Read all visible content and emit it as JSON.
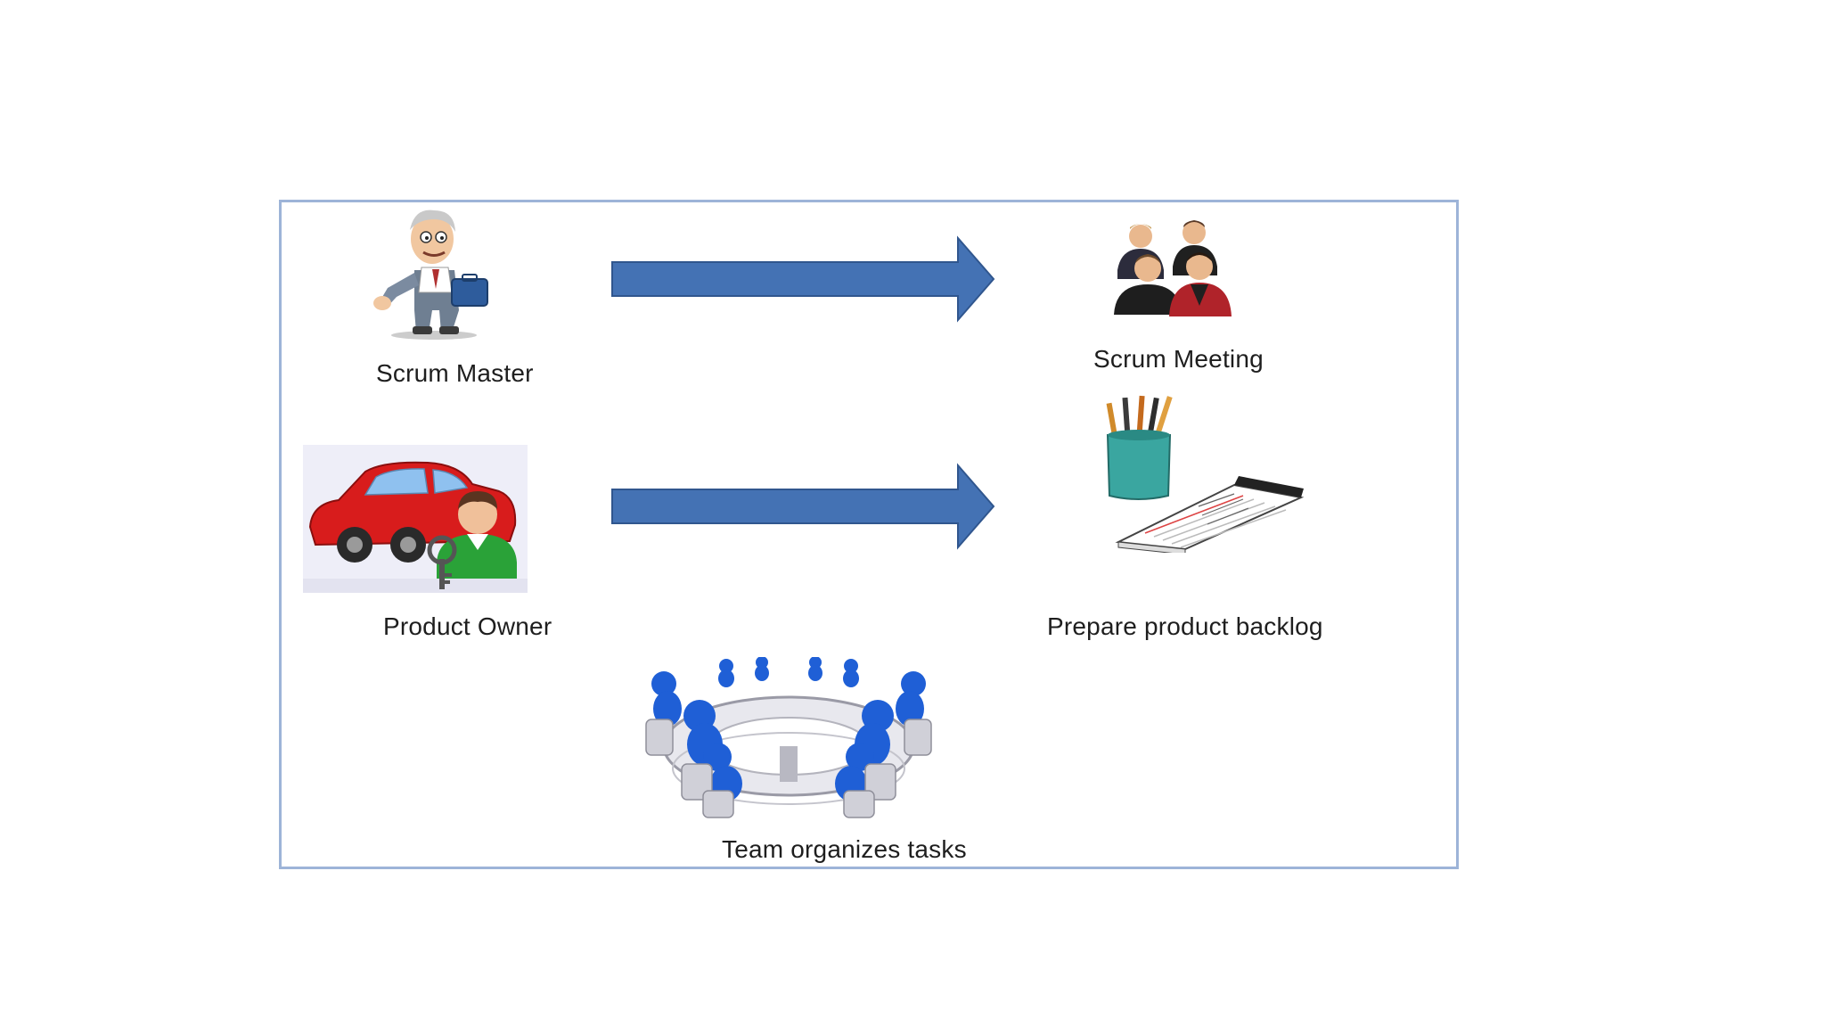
{
  "diagram": {
    "nodes": {
      "scrum_master": {
        "label": "Scrum Master",
        "icon": "businessman-icon"
      },
      "product_owner": {
        "label": "Product Owner",
        "icon": "car-owner-icon"
      },
      "scrum_meeting": {
        "label": "Scrum Meeting",
        "icon": "meeting-people-icon"
      },
      "product_backlog": {
        "label": "Prepare product backlog",
        "icon": "notepad-pencils-icon"
      },
      "team": {
        "label": "Team organizes  tasks",
        "icon": "round-table-team-icon"
      }
    },
    "edges": [
      {
        "from": "scrum_master",
        "to": "scrum_meeting"
      },
      {
        "from": "product_owner",
        "to": "product_backlog"
      }
    ],
    "colors": {
      "frame_border": "#9db4d8",
      "arrow_fill": "#4472b4",
      "arrow_stroke": "#30568e",
      "team_blue": "#1f5fd6"
    }
  }
}
